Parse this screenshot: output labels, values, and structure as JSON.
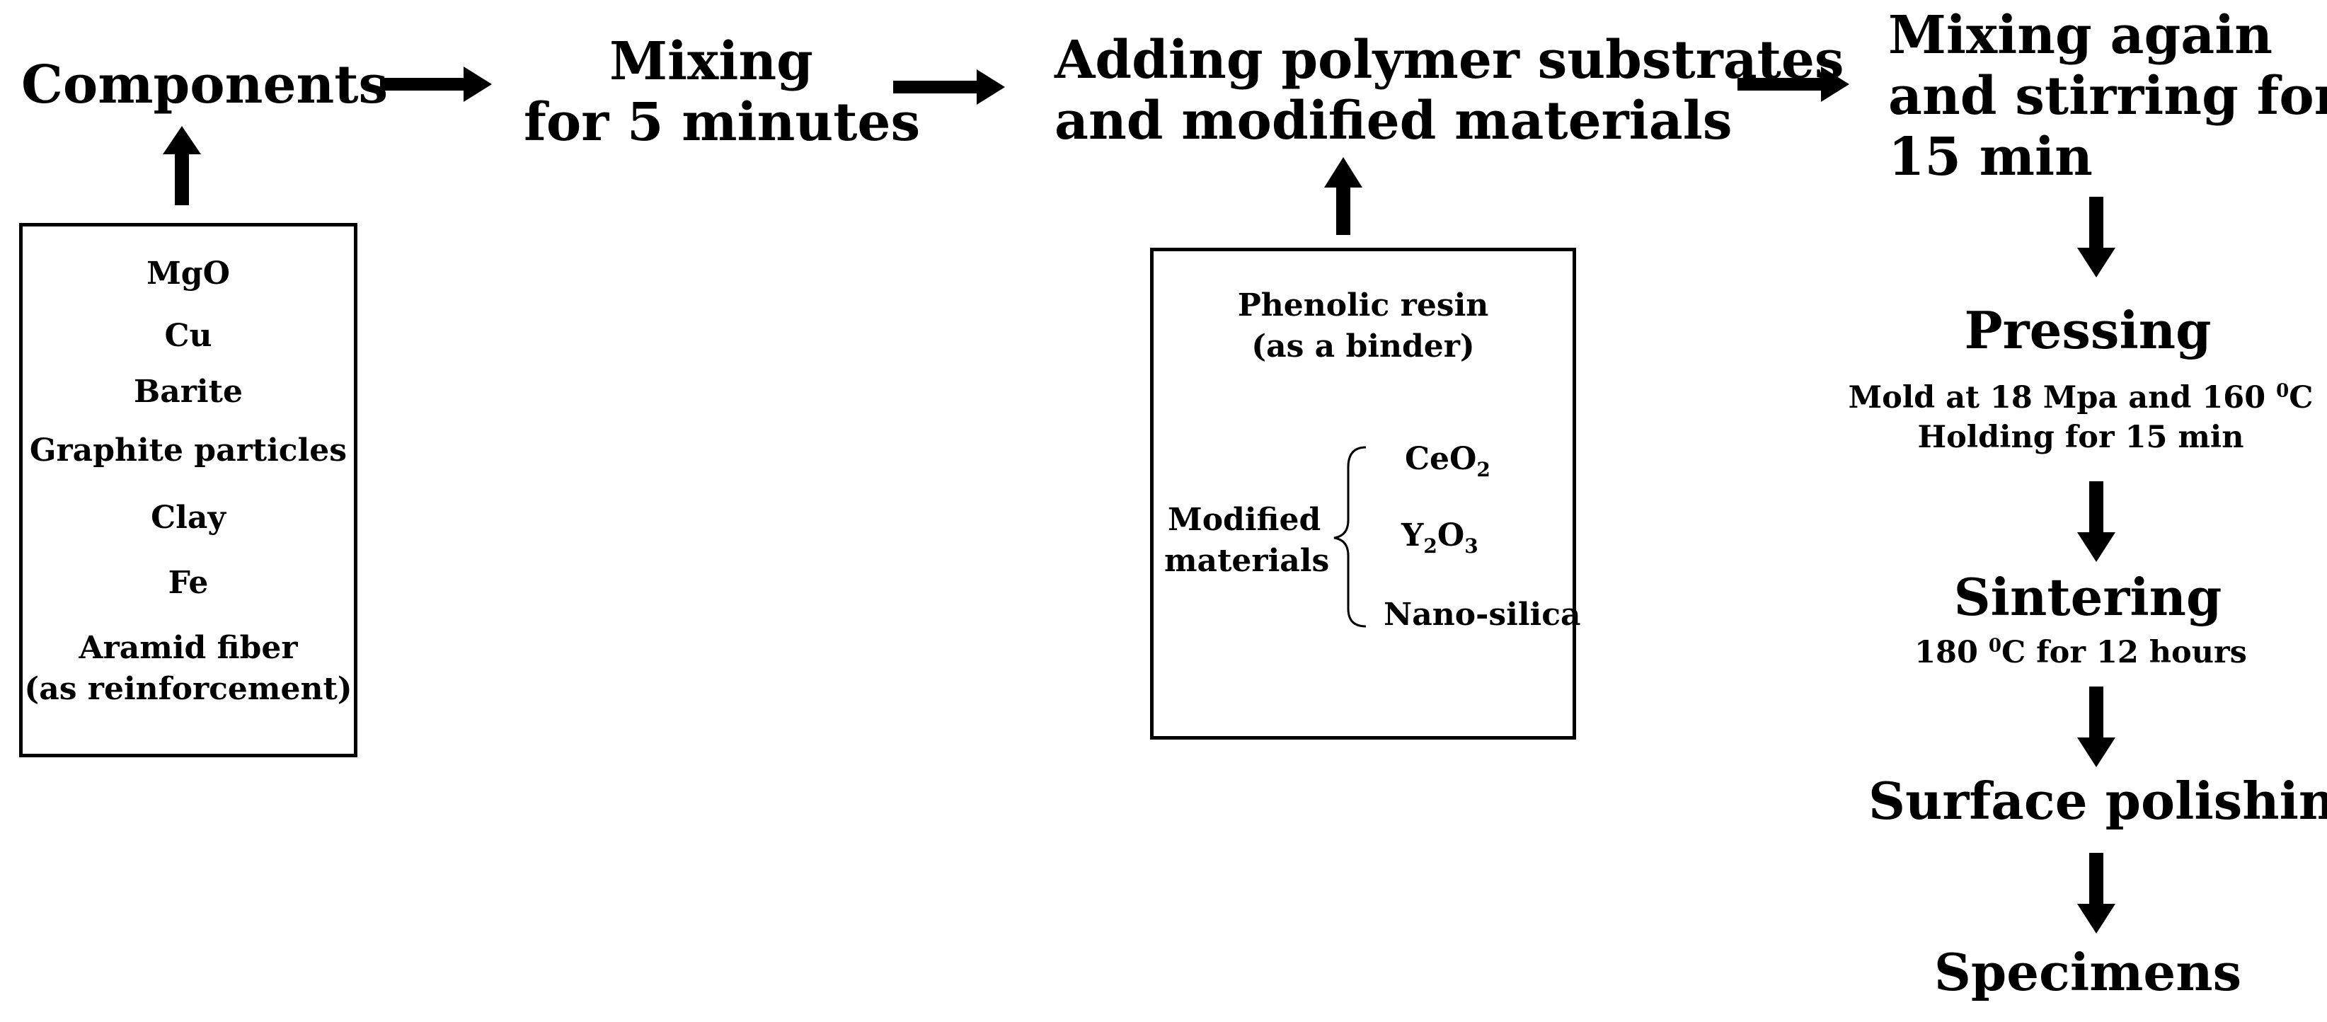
{
  "step_components": "Components",
  "step_mixing_l1": "Mixing",
  "step_mixing_l2": "for 5 minutes",
  "step_adding_l1": "Adding polymer substrates",
  "step_adding_l2": "and modified materials",
  "step_mixing_again_l1": "Mixing again",
  "step_mixing_again_l2": "and stirring for",
  "step_mixing_again_l3": "15 min",
  "components_list": [
    "MgO",
    "Cu",
    "Barite",
    "Graphite particles",
    "Clay",
    "Fe",
    "Aramid fiber",
    "(as reinforcement)"
  ],
  "binder_l1": "Phenolic resin",
  "binder_l2": "(as a binder)",
  "modified_label_l1": "Modified",
  "modified_label_l2": "materials",
  "modified_items": {
    "ceo2_base": "CeO",
    "ceo2_sub": "2",
    "y2o3_a": "Y",
    "y2o3_sub1": "2",
    "y2o3_b": "O",
    "y2o3_sub2": "3",
    "nano": "Nano-silica"
  },
  "pressing_title": "Pressing",
  "pressing_l1_a": "Mold at 18 Mpa and 160 ",
  "pressing_l1_sup": "0",
  "pressing_l1_b": "C",
  "pressing_l2": "Holding for 15 min",
  "sintering_title": "Sintering",
  "sintering_a": "180 ",
  "sintering_sup": "0",
  "sintering_b": "C for 12 hours",
  "surface_title": "Surface polishing",
  "specimens_title": "Specimens"
}
